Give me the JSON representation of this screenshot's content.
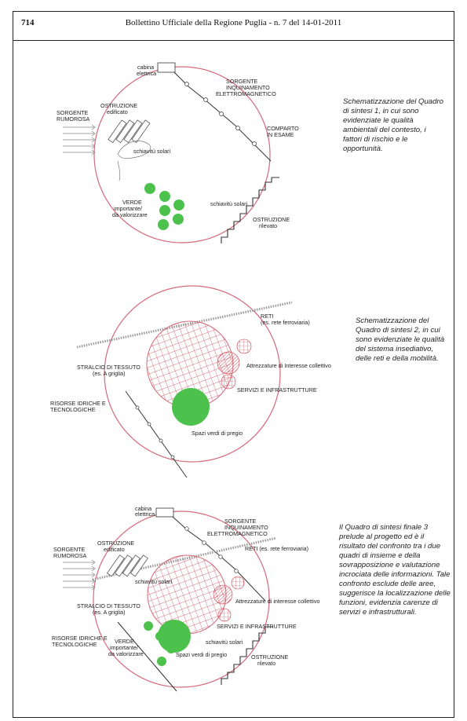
{
  "header": {
    "page_number": "714",
    "title": "Bollettino Ufficiale della Regione Puglia - n. 7 del 14-01-2011"
  },
  "diagram1": {
    "cabina": [
      "cabina",
      "elettrica"
    ],
    "sorgente_inq": [
      "SORGENTE",
      "INQUINAMENTO",
      "ELETTROMAGNETICO"
    ],
    "sorgente_rum": [
      "SORGENTE",
      "RUMOROSA"
    ],
    "ostruzione_edificato": [
      "OSTRUZIONE",
      "edificato"
    ],
    "comparto": [
      "COMPARTO",
      "IN ESAME"
    ],
    "schiavitu_1": "schiavitù solari",
    "schiavitu_2": "schiavitù solari",
    "verde": [
      "VERDE",
      "importante/",
      "da valorizzare"
    ],
    "ostruzione_rilevato": [
      "OSTRUZIONE",
      "rilevato"
    ],
    "caption": "Schematizzazione del Quadro di sintesi 1, in cui sono evidenziate le qualità ambientali del contesto, i fattori di rischio e le opportunità."
  },
  "diagram2": {
    "reti": [
      "RETI",
      "(es. rete ferroviaria)"
    ],
    "stralcio": [
      "STRALCIO DI TESSUTO",
      "(es. A griglia)"
    ],
    "attrezzature": "Attrezzature di Interesse collettivo",
    "servizi": "SERVIZI E INFRASTRUTTURE",
    "risorse": [
      "RISORSE IDRICHE E",
      "TECNOLOGICHE"
    ],
    "spazi": "Spazi verdi di pregio",
    "caption": "Schematizzazione del Quadro di sintesi 2, in cui sono evidenziate le qualità del sistema insediativo, delle reti e della mobilità."
  },
  "diagram3": {
    "cabina": [
      "cabina",
      "elettrica"
    ],
    "sorgente_inq": [
      "SORGENTE",
      "INQUINAMENTO",
      "ELETTROMAGNETICO"
    ],
    "reti": "RETI (es. rete ferroviaria)",
    "sorgente_rum": [
      "SORGENTE",
      "RUMOROSA"
    ],
    "ostruzione_edificato": [
      "OSTRUZIONE",
      "edificato"
    ],
    "schiavitu_1": "schiavitù solari",
    "attrezzature": "Attrezzature di interesse collettivo",
    "stralcio": [
      "STRALCIO DI TESSUTO",
      "(es. A griglia)"
    ],
    "servizi": "SERVIZI E INFRASTRUTTURE",
    "risorse": [
      "RISORSE IDRICHE E",
      "TECNOLOGICHE"
    ],
    "verde": [
      "VERDE",
      "importante/",
      "da valorizzare"
    ],
    "schiavitu_2": "schiavitù solari",
    "spazi": "Spazi verdi di pregio",
    "ostruzione_rilevato": [
      "OSTRUZIONE",
      "rilevato"
    ],
    "caption": "Il Quadro di sintesi finale 3 prelude al progetto ed è il risultato del confronto tra i due quadri di insieme e della sovrapposizione e valutazione incrociata delle informazioni. Tale confronto esclude delle aree, suggerisce la localizzazione delle funzioni, evidenzia carenze di servizi e infrastrutturali."
  },
  "colors": {
    "circle": "#d46a7a",
    "green": "#4cc24c",
    "hatch": "#d03a4a",
    "line": "#333333"
  }
}
